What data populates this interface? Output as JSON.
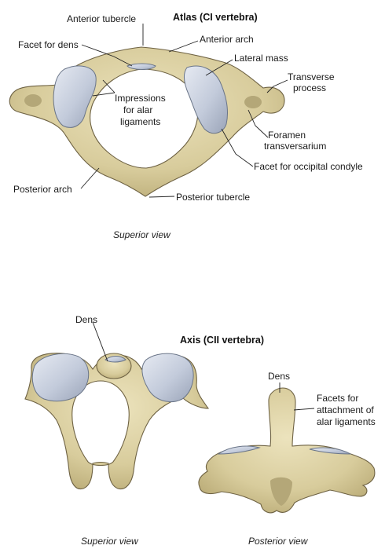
{
  "atlas": {
    "title": "Atlas (CI vertebra)",
    "view_caption": "Superior view",
    "labels": {
      "anterior_tubercle": "Anterior tubercle",
      "facet_for_dens": "Facet for dens",
      "anterior_arch": "Anterior arch",
      "lateral_mass": "Lateral mass",
      "transverse_process_1": "Transverse",
      "transverse_process_2": "process",
      "impressions_1": "Impressions",
      "impressions_2": "for alar",
      "impressions_3": "ligaments",
      "foramen_1": "Foramen",
      "foramen_2": "transversarium",
      "facet_occipital": "Facet for occipital condyle",
      "posterior_arch": "Posterior arch",
      "posterior_tubercle": "Posterior tubercle"
    }
  },
  "axis": {
    "title": "Axis (CII vertebra)",
    "superior_caption": "Superior view",
    "posterior_caption": "Posterior view",
    "labels": {
      "dens_superior": "Dens",
      "dens_posterior": "Dens",
      "facets_1": "Facets for",
      "facets_2": "attachment of",
      "facets_3": "alar ligaments"
    }
  },
  "colors": {
    "bone": "#d8cc9c",
    "facet": "#c9d0de"
  }
}
